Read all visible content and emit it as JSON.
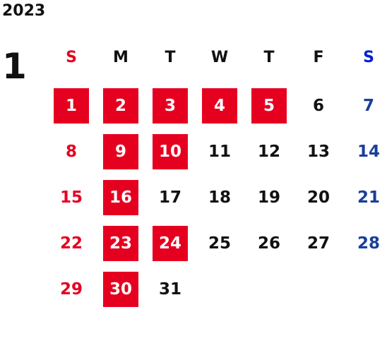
{
  "year": "2023",
  "month": "1",
  "colors": {
    "highlight": "#e60020",
    "sunday": "#e60020",
    "saturday": "#1a3f9a",
    "saturday_header": "#0020d0",
    "weekday": "#111111",
    "highlight_text": "#ffffff"
  },
  "weekdays": [
    "S",
    "M",
    "T",
    "W",
    "T",
    "F",
    "S"
  ],
  "weeks": [
    [
      "1",
      "2",
      "3",
      "4",
      "5",
      "6",
      "7"
    ],
    [
      "8",
      "9",
      "10",
      "11",
      "12",
      "13",
      "14"
    ],
    [
      "15",
      "16",
      "17",
      "18",
      "19",
      "20",
      "21"
    ],
    [
      "22",
      "23",
      "24",
      "25",
      "26",
      "27",
      "28"
    ],
    [
      "29",
      "30",
      "31",
      "",
      "",
      "",
      ""
    ]
  ],
  "highlighted_days": [
    "1",
    "2",
    "3",
    "4",
    "5",
    "9",
    "10",
    "16",
    "23",
    "24",
    "30"
  ]
}
